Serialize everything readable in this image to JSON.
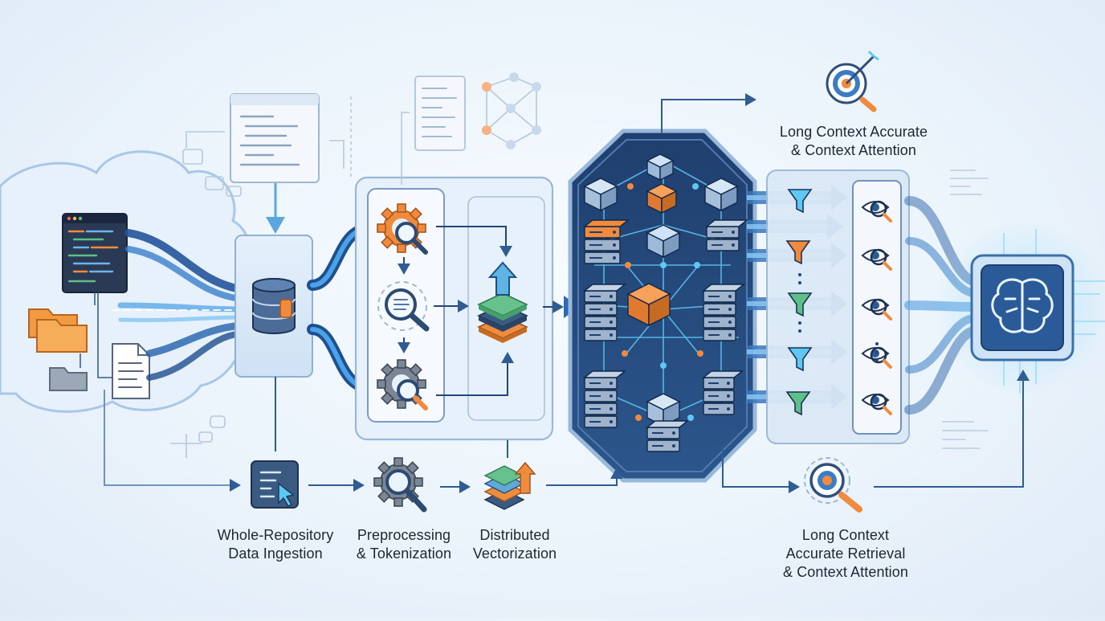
{
  "labels": {
    "ingestion": [
      "Whole-Repository",
      "Data Ingestion"
    ],
    "preprocessing": [
      "Preprocessing",
      "& Tokenization"
    ],
    "vectorization": [
      "Distributed",
      "Vectorization"
    ],
    "attention_top": [
      "Long Context Accurate",
      "& Context Attention"
    ],
    "retrieval": [
      "Long Context",
      "Accurate Retrieval",
      "& Context Attention"
    ]
  },
  "colors": {
    "navy": "#24457a",
    "blue": "#3a7fc1",
    "light_blue": "#cfe2f5",
    "orange": "#f08a3c",
    "green": "#5cc088",
    "glow": "#5ec8f5"
  },
  "icons": [
    "cloud-icon",
    "code-editor-icon",
    "folder-icon",
    "document-icon",
    "database-icon",
    "gear-search-icon",
    "magnifier-icon",
    "layer-stack-icon",
    "server-cube-icon",
    "funnel-icon",
    "eye-search-icon",
    "target-icon",
    "brain-chip-icon"
  ]
}
